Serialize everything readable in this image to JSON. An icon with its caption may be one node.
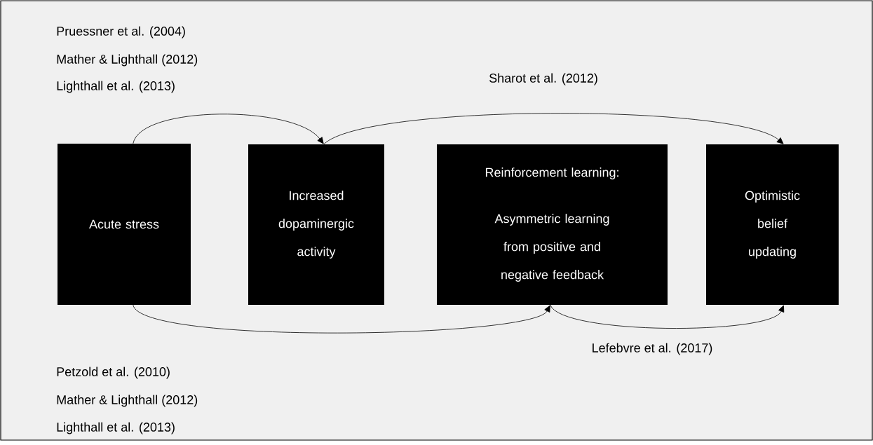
{
  "diagram": {
    "nodes": [
      {
        "text": [
          "Acute stress"
        ]
      },
      {
        "text": [
          "Increased dopaminergic activity"
        ]
      },
      {
        "text": [
          "Reinforcement learning:",
          "Asymmetric learning from positive and negative feedback"
        ]
      },
      {
        "text": [
          "Optimistic belief updating"
        ]
      }
    ],
    "edges": [
      {
        "from": 0,
        "to": 1,
        "arrow": "to"
      },
      {
        "from": 1,
        "to": 3,
        "arrow": "to",
        "label": "Sharot et al. (2012)"
      },
      {
        "from": 0,
        "to": 2,
        "arrow": "to"
      },
      {
        "from": 2,
        "to": 3,
        "arrow": "to",
        "label": "Lefebvre et al. (2017)"
      }
    ],
    "labels": [
      "Pruessner et al. (2004)",
      "Mather & Lighthall (2012)",
      "Lighthall et al. (2013)",
      "Petzold et al. (2010)",
      "Mather & Lighthall (2012)",
      "Lighthall et al. (2013)"
    ]
  }
}
